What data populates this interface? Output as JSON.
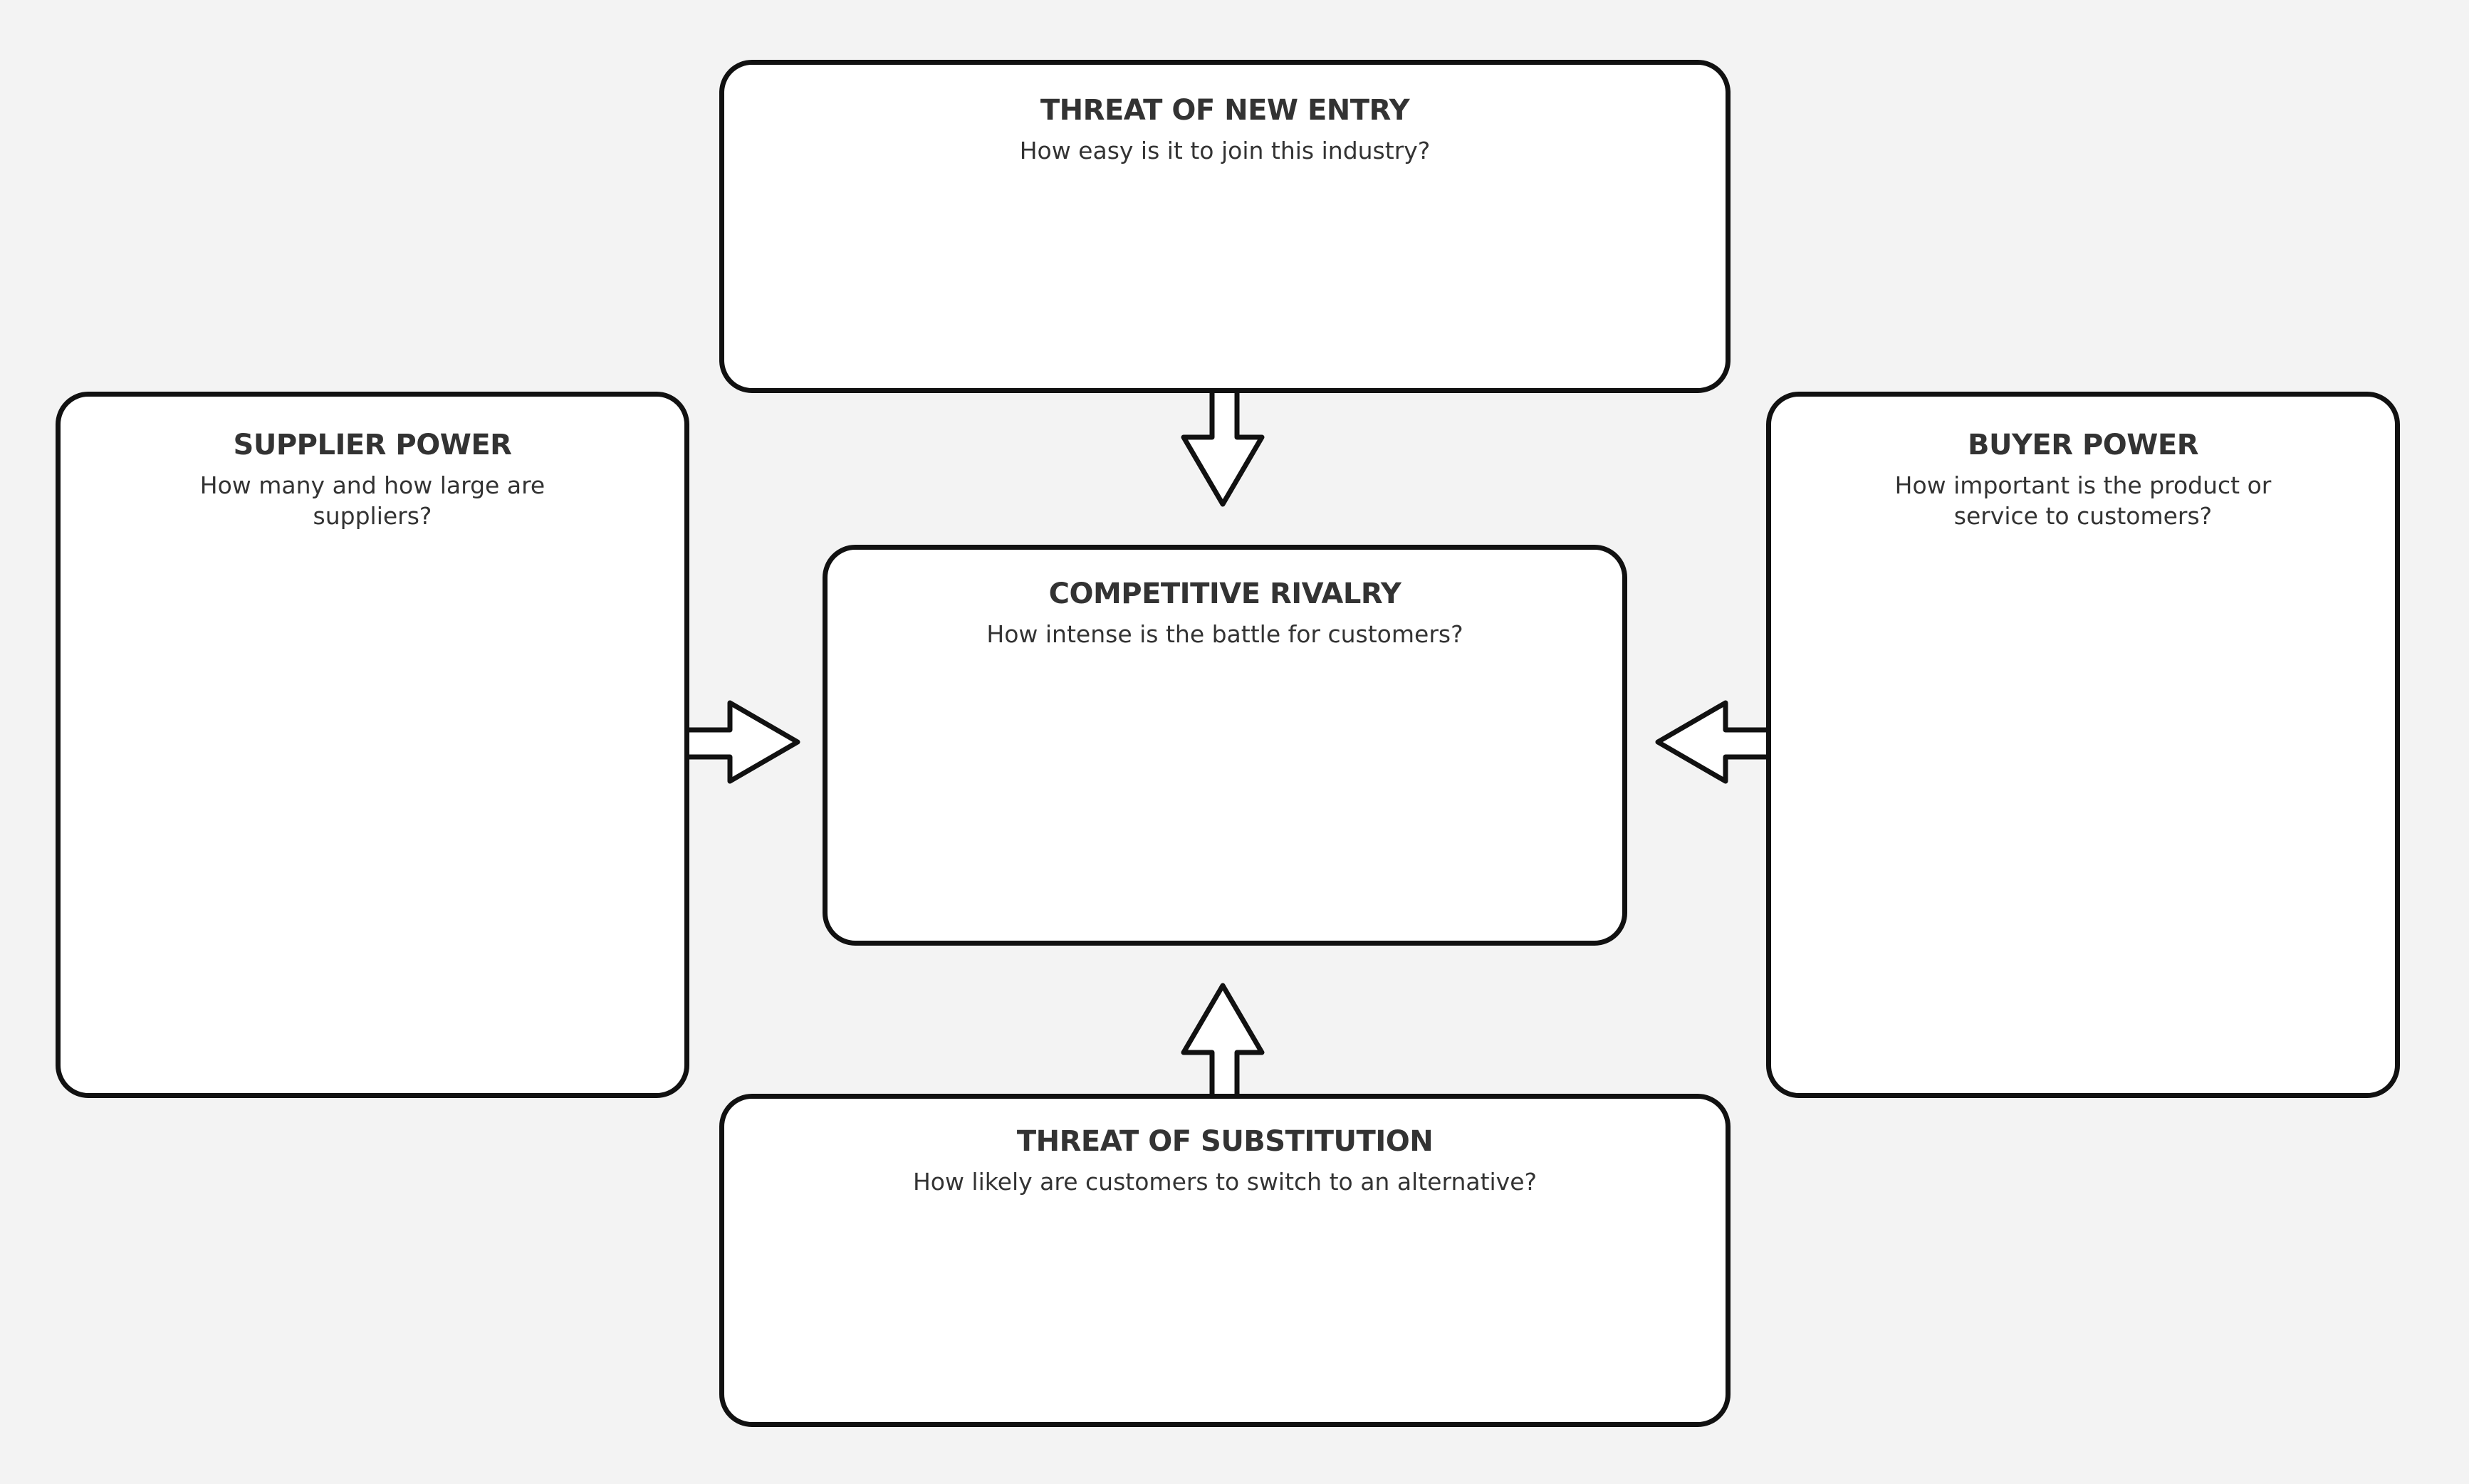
{
  "forces": {
    "new_entry": {
      "title": "THREAT OF NEW ENTRY",
      "question": "How easy is it to join this industry?"
    },
    "supplier": {
      "title": "SUPPLIER POWER",
      "question": "How many and how large are suppliers?"
    },
    "rivalry": {
      "title": "COMPETITIVE RIVALRY",
      "question": "How intense is the battle for customers?"
    },
    "buyer": {
      "title": "BUYER POWER",
      "question": "How important is the product or service to customers?"
    },
    "substitution": {
      "title": "THREAT OF SUBSTITUTION",
      "question": "How likely are customers to switch to an alternative?"
    }
  },
  "colors": {
    "background": "#f3f3f3",
    "box_fill": "#ffffff",
    "stroke": "#111111",
    "text": "#333333"
  }
}
